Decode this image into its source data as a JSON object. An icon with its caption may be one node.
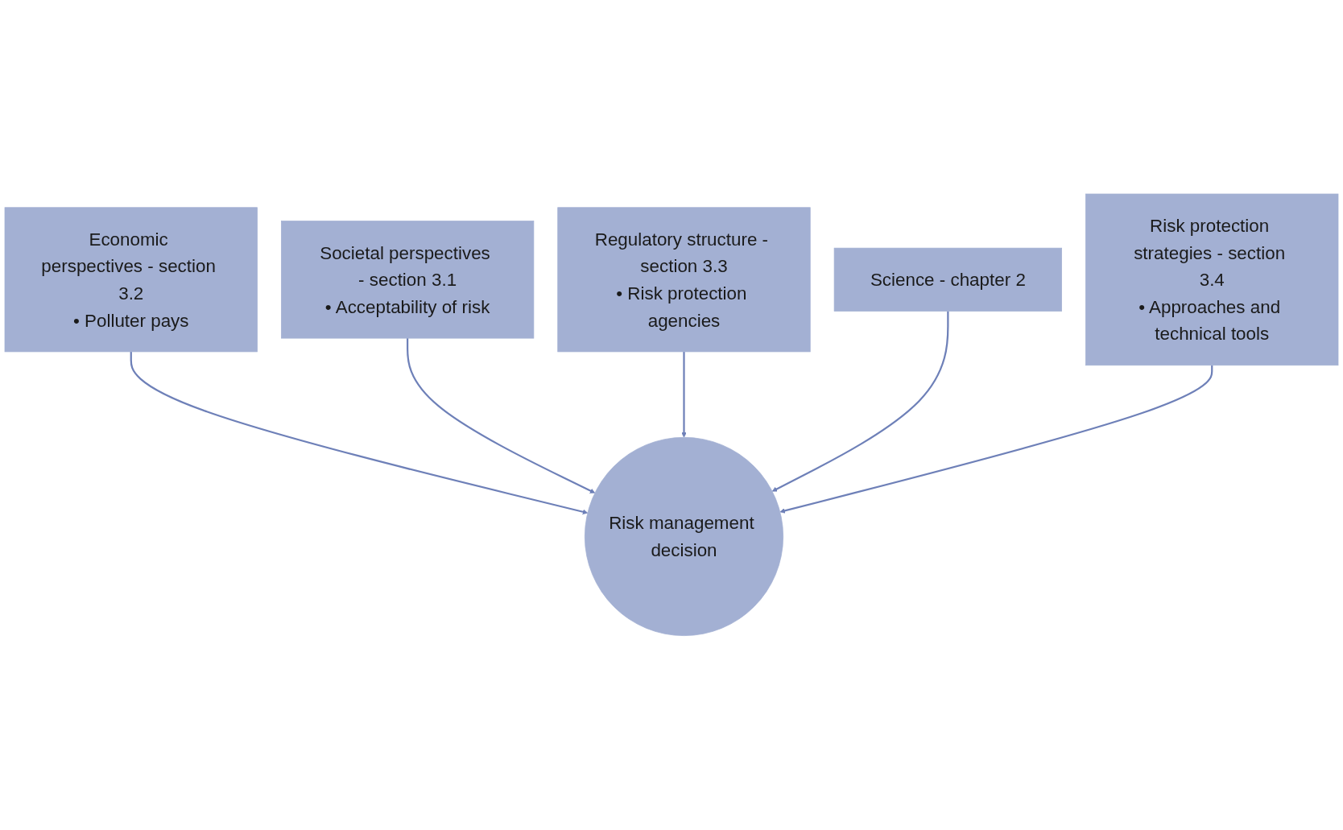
{
  "diagram": {
    "nodes": [
      {
        "text": [
          "Economic perspectives - section 3.2",
          "• Polluter pays"
        ]
      },
      {
        "text": [
          "Societal perspectives - section 3.1",
          "• Acceptability of risk"
        ]
      },
      {
        "text": [
          "Regulatory structure - section 3.3",
          "• Risk protection agencies"
        ]
      },
      {
        "text": [
          "Science - chapter 2"
        ]
      },
      {
        "text": [
          "Risk management decision"
        ]
      },
      {
        "text": [
          "Risk protection strategies - section 3.4",
          "• Approaches and technical tools"
        ]
      }
    ],
    "edges": [
      {
        "from": 0,
        "to": 4,
        "arrow": "to"
      },
      {
        "from": 1,
        "to": 4,
        "arrow": "to"
      },
      {
        "from": 2,
        "to": 4,
        "arrow": "to"
      },
      {
        "from": 3,
        "to": 4,
        "arrow": "to"
      },
      {
        "from": 5,
        "to": 4,
        "arrow": "to"
      }
    ]
  }
}
